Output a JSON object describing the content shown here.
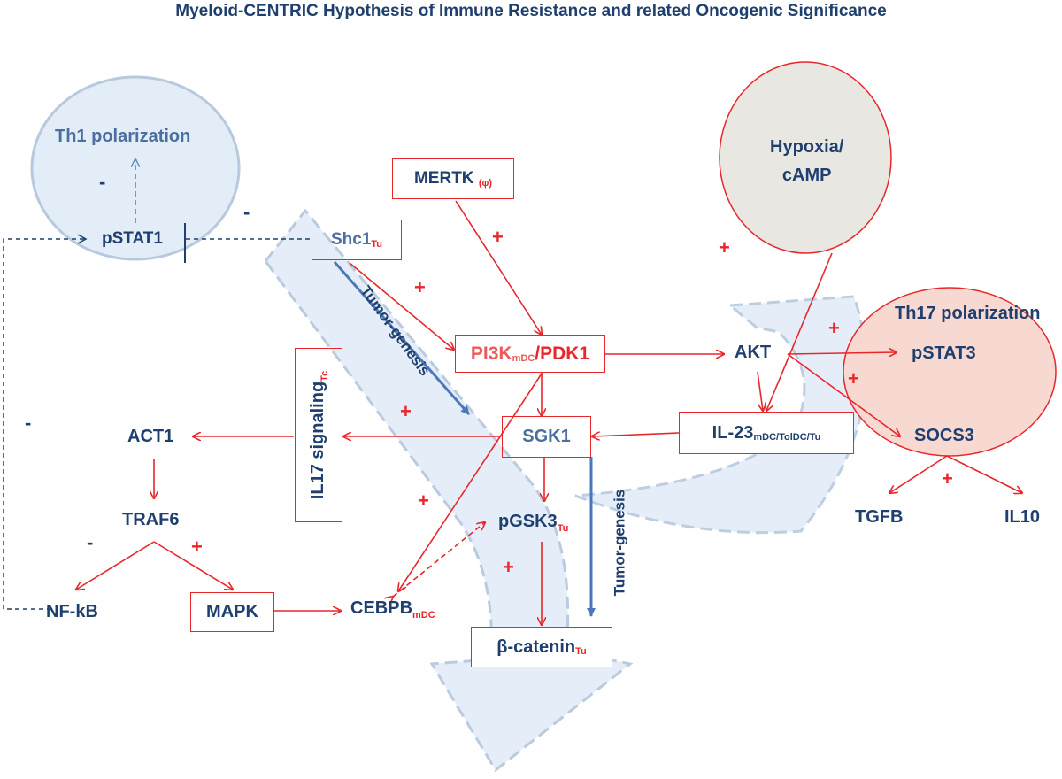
{
  "title": "Myeloid-CENTRIC Hypothesis of Immune Resistance and related Oncogenic Significance",
  "nodes": {
    "th1_polarization": "Th1 polarization",
    "pstat1": "pSTAT1",
    "shc1": {
      "main": "Shc1",
      "sub": "Tu"
    },
    "mertk": {
      "main": "MERTK",
      "sub": "(φ)"
    },
    "hypoxia": "Hypoxia/\ncAMP",
    "pi3k": {
      "main": "PI3K",
      "sub": "mDC",
      "rest": "/PDK1"
    },
    "akt": "AKT",
    "th17_polarization": "Th17 polarization",
    "pstat3": "pSTAT3",
    "il23": {
      "main": "IL-23",
      "sub": "mDC/TolDC/Tu"
    },
    "socs3": "SOCS3",
    "tgfb": "TGFB",
    "il10": "IL10",
    "il17": {
      "main": "IL17 signaling",
      "sub": "Tc"
    },
    "sgk1": "SGK1",
    "act1": "ACT1",
    "traf6": "TRAF6",
    "nfkb": "NF-kB",
    "mapk": "MAPK",
    "cebpb": {
      "main": "CEBPB",
      "sub": "mDC"
    },
    "pgsk3": {
      "main": "pGSK3",
      "sub": "Tu"
    },
    "bcatenin": {
      "main": "β-catenin",
      "sub": "Tu"
    },
    "tumorgenesis_1": "Tumor-genesis",
    "tumorgenesis_2": "Tumor-genesis"
  },
  "signs": {
    "plus": "+",
    "minus": "-"
  },
  "colors": {
    "navy": "#1f3f6e",
    "red": "#e8272b",
    "blue_fill": "#e3edf8",
    "blue_stroke": "#b8c9de",
    "hypoxia_fill": "#e9e7e1",
    "th17_fill": "#f8d9d2"
  }
}
